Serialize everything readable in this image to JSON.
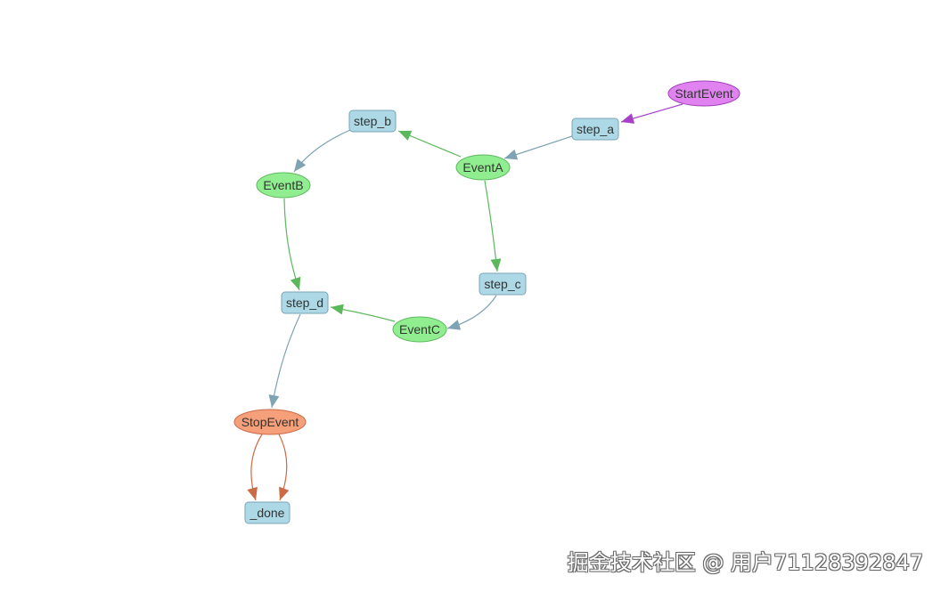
{
  "colors": {
    "step_fill": "#add8e6",
    "step_stroke": "#7aa5b5",
    "event_fill": "#90ee90",
    "event_stroke": "#5cb85c",
    "start_fill": "#e082f0",
    "start_stroke": "#a040b8",
    "stop_fill": "#f5a07a",
    "stop_stroke": "#cc6a45",
    "edge_step": "#7ea3b2",
    "edge_event": "#5cb85c",
    "edge_start": "#a640c8",
    "edge_stop": "#cc6a45"
  },
  "nodes": [
    {
      "id": "StartEvent",
      "label": "StartEvent",
      "kind": "start"
    },
    {
      "id": "step_a",
      "label": "step_a",
      "kind": "step"
    },
    {
      "id": "EventA",
      "label": "EventA",
      "kind": "event"
    },
    {
      "id": "step_b",
      "label": "step_b",
      "kind": "step"
    },
    {
      "id": "EventB",
      "label": "EventB",
      "kind": "event"
    },
    {
      "id": "step_c",
      "label": "step_c",
      "kind": "step"
    },
    {
      "id": "EventC",
      "label": "EventC",
      "kind": "event"
    },
    {
      "id": "step_d",
      "label": "step_d",
      "kind": "step"
    },
    {
      "id": "StopEvent",
      "label": "StopEvent",
      "kind": "stop"
    },
    {
      "id": "_done",
      "label": "_done",
      "kind": "step"
    }
  ],
  "edges": [
    {
      "from": "StartEvent",
      "to": "step_a"
    },
    {
      "from": "step_a",
      "to": "EventA"
    },
    {
      "from": "EventA",
      "to": "step_b"
    },
    {
      "from": "EventA",
      "to": "step_c"
    },
    {
      "from": "step_b",
      "to": "EventB"
    },
    {
      "from": "step_c",
      "to": "EventC"
    },
    {
      "from": "EventB",
      "to": "step_d"
    },
    {
      "from": "EventC",
      "to": "step_d"
    },
    {
      "from": "step_d",
      "to": "StopEvent"
    },
    {
      "from": "StopEvent",
      "to": "_done"
    },
    {
      "from": "StopEvent",
      "to": "_done"
    }
  ],
  "watermark": "掘金技术社区 @ 用户71128392847"
}
